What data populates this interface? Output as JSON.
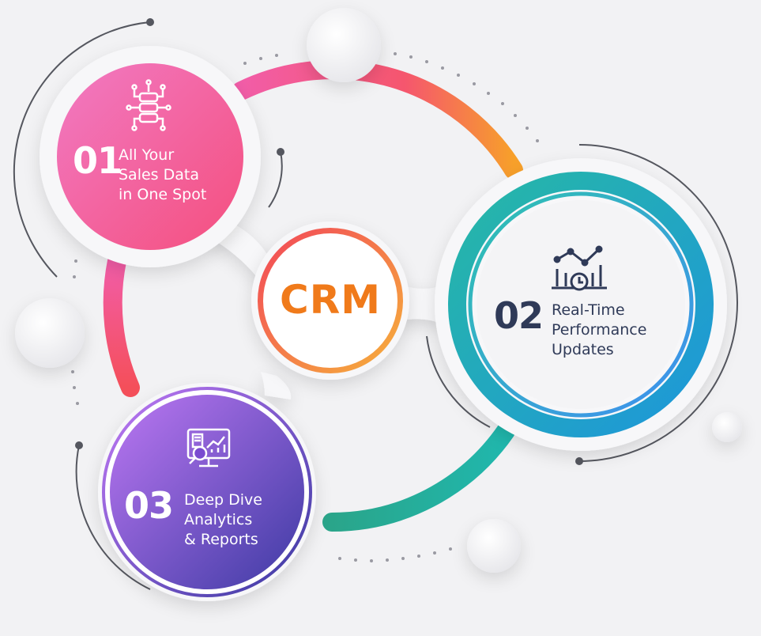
{
  "center": {
    "label": "CRM"
  },
  "steps": [
    {
      "number": "01",
      "lines": [
        "All Your",
        "Sales Data",
        "in One Spot"
      ],
      "icon": "database-network-icon"
    },
    {
      "number": "02",
      "lines": [
        "Real-Time",
        "Performance",
        "Updates"
      ],
      "icon": "chart-clock-icon"
    },
    {
      "number": "03",
      "lines": [
        "Deep Dive",
        "Analytics",
        "& Reports"
      ],
      "icon": "report-analytics-icon"
    }
  ],
  "colors": {
    "background": "#f2f2f4",
    "step1_gradient": [
      "#f27ac3",
      "#f44f7e"
    ],
    "step2_ring": [
      "#24b3a8",
      "#1e9fd8"
    ],
    "step3_gradient": [
      "#b874f2",
      "#3a3aa3"
    ],
    "center_ring": [
      "#f2574a",
      "#f5a02a"
    ],
    "text_dark": "#2f3a58"
  }
}
